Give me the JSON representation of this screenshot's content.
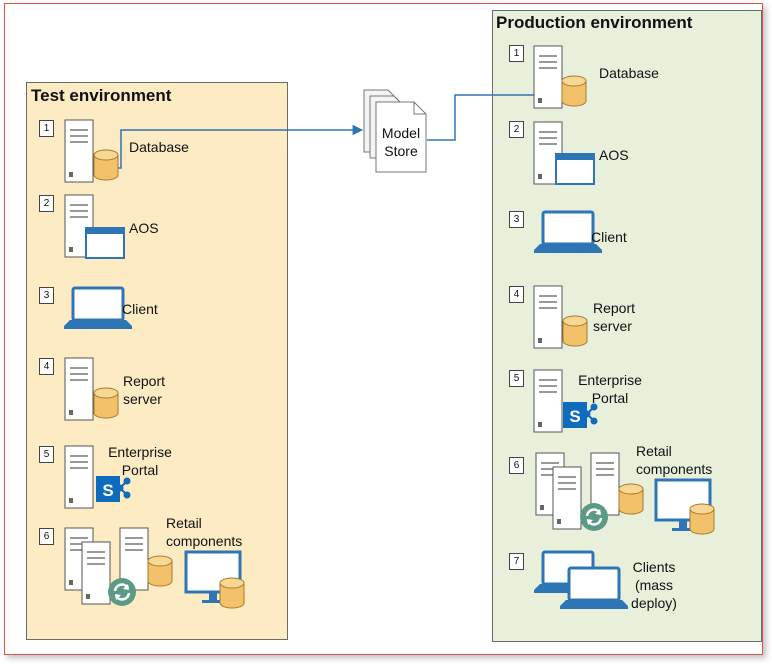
{
  "test_environment": {
    "title": "Test environment",
    "items": [
      {
        "num": "1",
        "label": "Database"
      },
      {
        "num": "2",
        "label": "AOS"
      },
      {
        "num": "3",
        "label": "Client"
      },
      {
        "num": "4",
        "label_line1": "Report",
        "label_line2": "server"
      },
      {
        "num": "5",
        "label_line1": "Enterprise",
        "label_line2": "Portal"
      },
      {
        "num": "6",
        "label_line1": "Retail",
        "label_line2": "components"
      }
    ]
  },
  "model_store": {
    "line1": "Model",
    "line2": "Store"
  },
  "production_environment": {
    "title": "Production environment",
    "items": [
      {
        "num": "1",
        "label": "Database"
      },
      {
        "num": "2",
        "label": "AOS"
      },
      {
        "num": "3",
        "label": "Client"
      },
      {
        "num": "4",
        "label_line1": "Report",
        "label_line2": "server"
      },
      {
        "num": "5",
        "label_line1": "Enterprise",
        "label_line2": "Portal"
      },
      {
        "num": "6",
        "label_line1": "Retail",
        "label_line2": "components"
      },
      {
        "num": "7",
        "label_line1": "Clients",
        "label_line2": "(mass",
        "label_line3": "deploy)"
      }
    ]
  },
  "colors": {
    "test_panel": "#fdebc4",
    "prod_panel": "#e8f0dc",
    "arrow": "#2e75b6",
    "database": "#f2c26b",
    "sharepoint": "#0f6cbd",
    "sync": "#5b9a84"
  }
}
